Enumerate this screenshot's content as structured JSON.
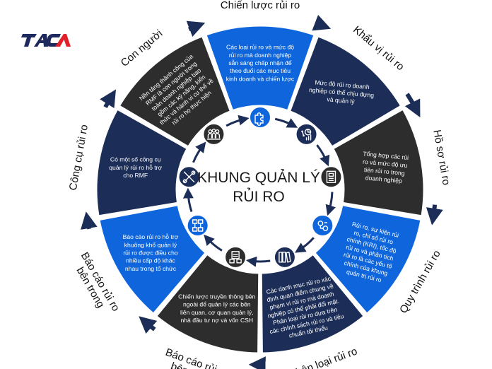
{
  "logo": {
    "text": "TACA",
    "colors": {
      "navy": "#1e2a5e",
      "red": "#e2202a"
    }
  },
  "title": {
    "line1": "KHUNG QUẢN LÝ",
    "line2": "RỦI RO"
  },
  "colors": {
    "navy": "#1c2e57",
    "blue": "#0f66dc",
    "charcoal": "#2d2d2d",
    "arrow": "#1c2e57",
    "center_bg": "#ffffff"
  },
  "segments": [
    {
      "id": "chien-luoc",
      "label": "Chiến lược rủi ro",
      "color": "blue",
      "icon": "puzzle-icon",
      "lines": [
        "Các loại rủi ro và mức độ",
        "rủi ro mà doanh nghiệp",
        "sẵn sáng chấp nhận để",
        "theo đuổi các mục tiêu",
        "kinh doanh và chiến lược"
      ]
    },
    {
      "id": "khau-vi",
      "label": "Khẩu vị rủi ro",
      "color": "navy",
      "icon": "analytics-icon",
      "lines": [
        "Mức độ rủi ro doanh",
        "nghiệp có thể chịu đựng",
        "và quản lý"
      ]
    },
    {
      "id": "ho-so",
      "label": "Hồ sơ rủi ro",
      "color": "charcoal",
      "icon": "document-icon",
      "lines": [
        "Tổng hợp các rủi",
        "ro và mức độ ưu",
        "tiên rủi ro trong",
        "doanh nghiệp"
      ]
    },
    {
      "id": "quy-trinh",
      "label": "Quy trình rủi ro",
      "color": "blue",
      "icon": "process-gears-icon",
      "lines": [
        "Rủi ro, sự kiện rủi",
        "ro, chỉ số rủi ro",
        "chính (KRI), tốc độ",
        "rủi ro và phân tích",
        "rủi ro là các yếu tố",
        "chính của khung",
        "quản trị rủi ro"
      ]
    },
    {
      "id": "phan-loai",
      "label": "Phân loại rủi ro",
      "color": "navy",
      "icon": "binders-icon",
      "lines": [
        "Các danh mục rủi ro xác",
        "định quan điểm chung về",
        "phạm vi rủi ro mà doanh",
        "nghiệp có thể phải đối mặt.",
        "Phân loại rủi ro dựa trên",
        "các chính sách rủi ro và tiêu",
        "chuẩn tối thiểu"
      ]
    },
    {
      "id": "bao-cao-ngoai",
      "label_line1": "Báo cáo rủi ro",
      "label_line2": "bên ngoài",
      "color": "charcoal",
      "icon": "finance-report-icon",
      "lines": [
        "Chiến lược truyền thông bên",
        "ngoài để quản lý các bên",
        "liên quan, cơ quan quản lý,",
        "nhà đầu tư nợ và vốn CSH"
      ]
    },
    {
      "id": "bao-cao-trong",
      "label_line1": "Báo cáo rủi ro",
      "label_line2": "bên trong",
      "color": "blue",
      "icon": "org-chart-icon",
      "lines": [
        "Báo cáo rủi ro hỗ trợ",
        "khuông khổ quản lý",
        "rủi ro được điều cho",
        "nhiều cấp độ khác",
        "nhau trong tổ chức"
      ]
    },
    {
      "id": "cong-cu",
      "label": "Công cụ rủi ro",
      "color": "navy",
      "icon": "tools-icon",
      "lines": [
        "Có một số công cụ",
        "quản lý rủi ro hỗ trợ",
        "cho RMF"
      ]
    },
    {
      "id": "con-nguoi",
      "label": "Con người",
      "color": "charcoal",
      "icon": "people-group-icon",
      "lines": [
        "Nền tảng thành công của",
        "RMF là con người trong",
        "toàn doanh nghiệp bao",
        "gồm các kỹ năng, kiến",
        "thức và hành vi cụ thể về",
        "rủi ro họ thực hiện"
      ]
    }
  ]
}
